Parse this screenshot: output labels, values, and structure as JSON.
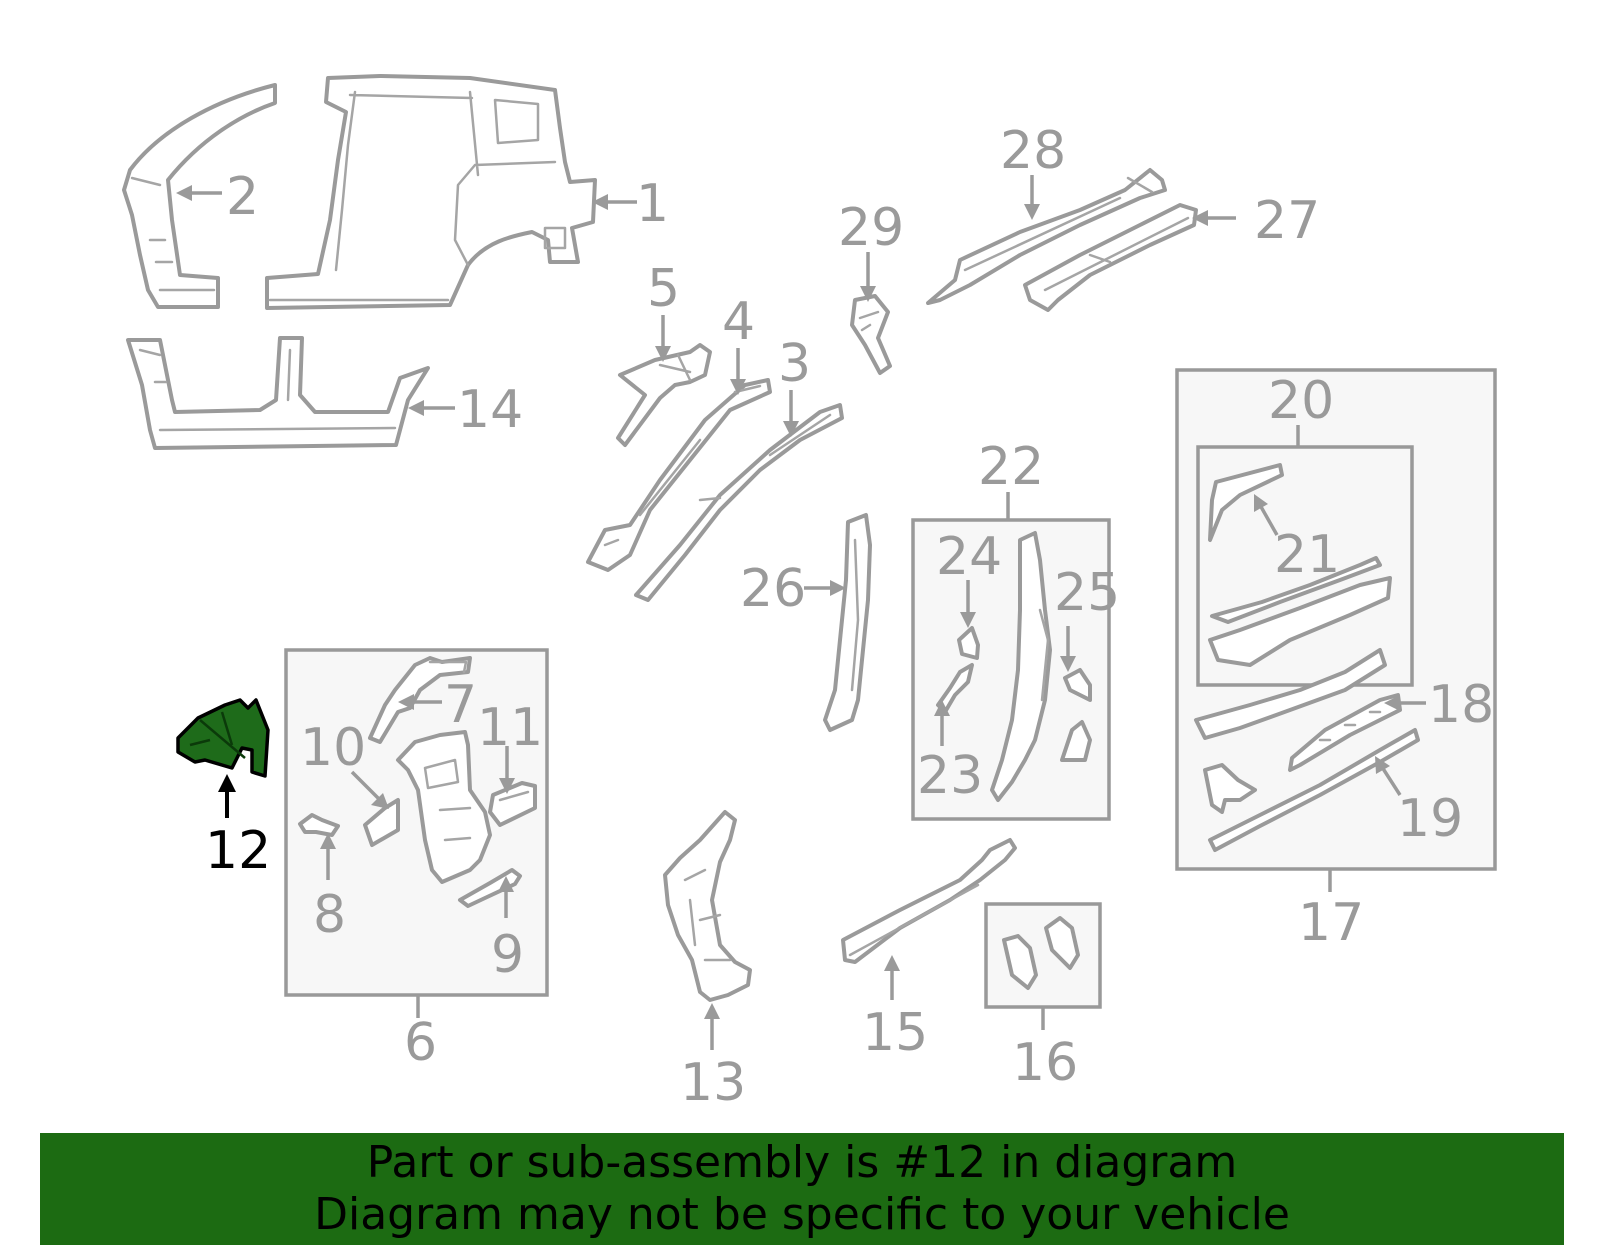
{
  "callouts": {
    "c1": "1",
    "c2": "2",
    "c3": "3",
    "c4": "4",
    "c5": "5",
    "c6": "6",
    "c7": "7",
    "c8": "8",
    "c9": "9",
    "c10": "10",
    "c11": "11",
    "c12": "12",
    "c13": "13",
    "c14": "14",
    "c15": "15",
    "c16": "16",
    "c17": "17",
    "c18": "18",
    "c19": "19",
    "c20": "20",
    "c21": "21",
    "c22": "22",
    "c23": "23",
    "c24": "24",
    "c25": "25",
    "c26": "26",
    "c27": "27",
    "c28": "28",
    "c29": "29"
  },
  "highlighted_part": "12",
  "colors": {
    "highlight_fill": "#1e6b1a",
    "banner_background": "#1c6b12",
    "part_stroke": "#9a9a9a",
    "group_box_fill": "#f7f7f7"
  },
  "banner": {
    "line1": "Part or sub-assembly is #12 in diagram",
    "line2": "Diagram may not be specific to your vehicle"
  }
}
